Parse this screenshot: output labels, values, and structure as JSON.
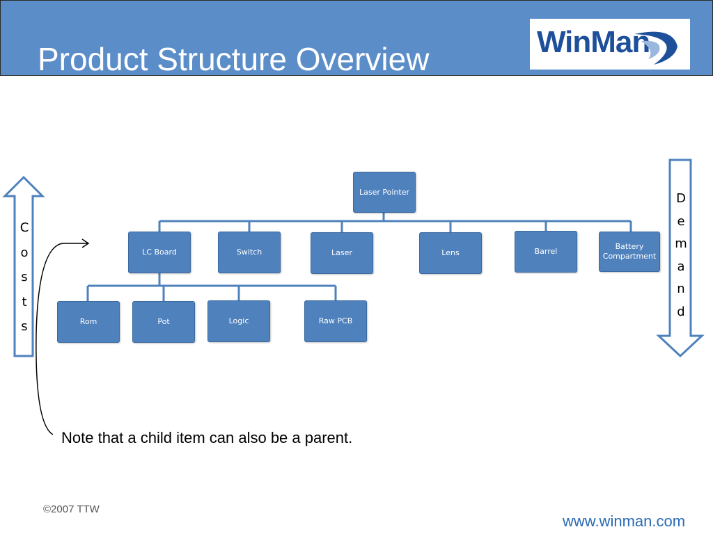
{
  "header": {
    "title": "Product Structure Overview",
    "logo_text": "WinMan"
  },
  "tree": {
    "root": "Laser Pointer",
    "level1": [
      "LC Board",
      "Switch",
      "Laser",
      "Lens",
      "Barrel",
      "Battery Compartment"
    ],
    "level2": [
      "Rom",
      "Pot",
      "Logic",
      "Raw PCB"
    ]
  },
  "left_arrow": {
    "letters": [
      "C",
      "o",
      "s",
      "t",
      "s"
    ]
  },
  "right_arrow": {
    "letters": [
      "D",
      "e",
      "m",
      "a",
      "n",
      "d"
    ]
  },
  "note": "Note that a child item can also be a parent.",
  "footer": {
    "copyright": "©2007 TTW",
    "website": "www.winman.com"
  },
  "colors": {
    "header": "#5b8ec9",
    "node": "#4f81bd",
    "connector": "#4f81bd",
    "logo": "#1d4f9a"
  }
}
